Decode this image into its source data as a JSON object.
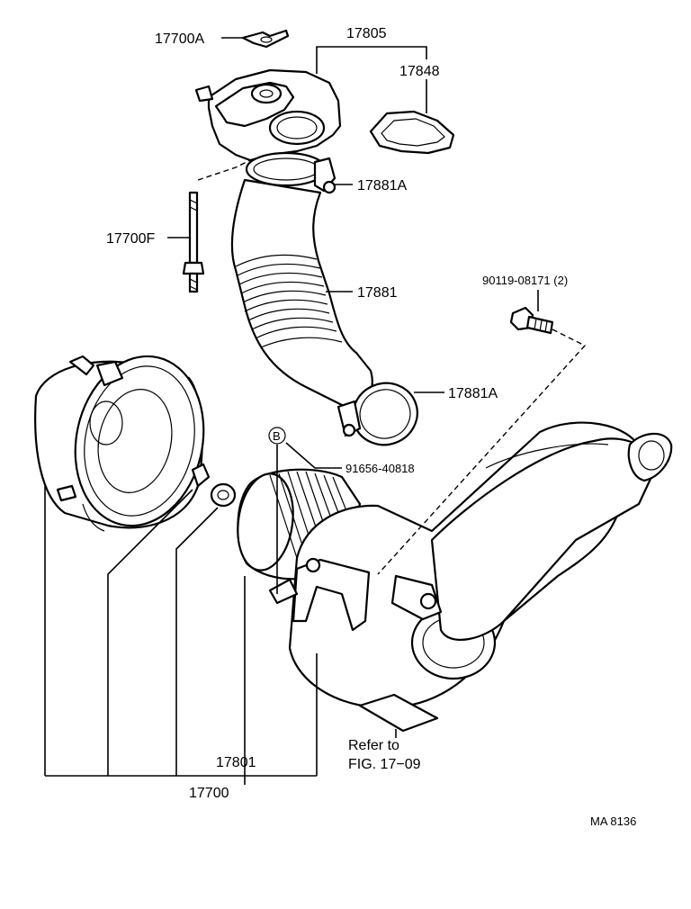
{
  "labels": {
    "p17700A": "17700A",
    "p17805": "17805",
    "p17848": "17848",
    "p17881A_top": "17881A",
    "p17700F": "17700F",
    "p17881": "17881",
    "p90119": "90119-08171 (2)",
    "p17881A_bottom": "17881A",
    "marker_b": "B",
    "p91656": "91656-40818",
    "refer_line1": "Refer to",
    "refer_line2": "FIG. 17−09",
    "p17801": "17801",
    "p17700": "17700",
    "diagram_id": "MA 8136"
  }
}
